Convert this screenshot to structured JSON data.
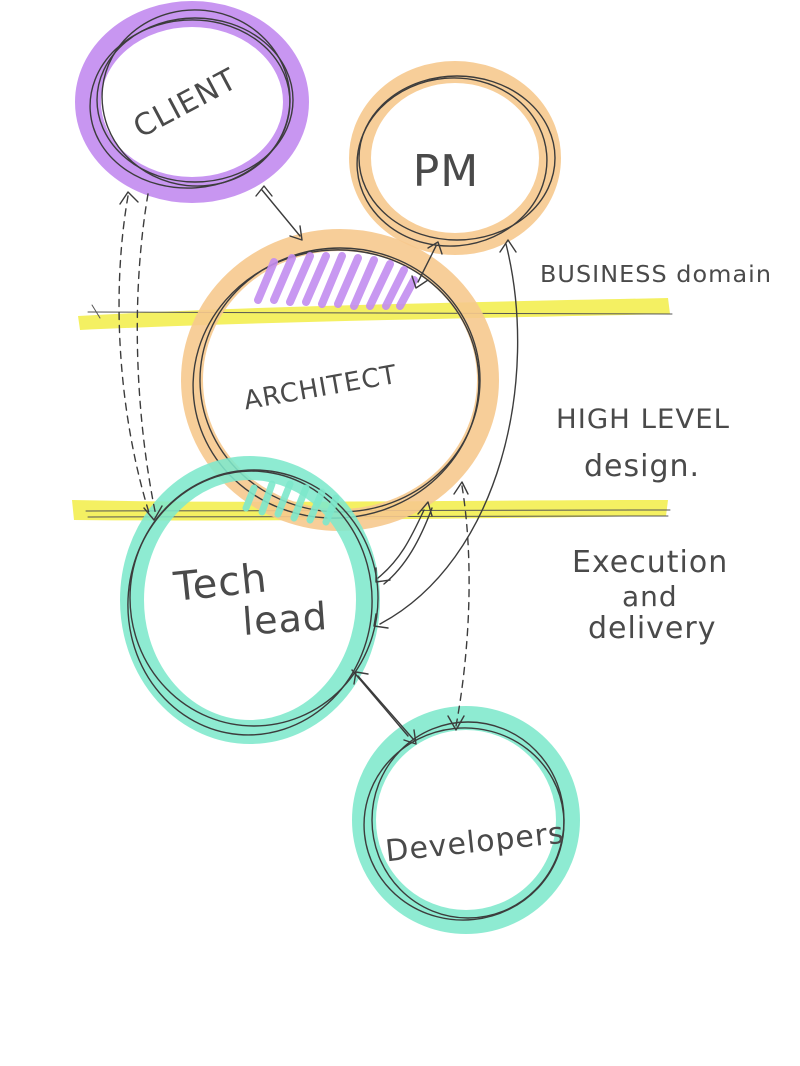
{
  "nodes": {
    "client": {
      "label": "CLIENT",
      "color": "#c38df0"
    },
    "pm": {
      "label": "PM",
      "color": "#f6c98e"
    },
    "architect": {
      "label": "ARCHITECT",
      "color": "#f6c98e"
    },
    "tech_lead": {
      "label_line1": "Tech",
      "label_line2": "lead",
      "color": "#7ee8cc"
    },
    "developers": {
      "label": "Developers",
      "color": "#7ee8cc"
    }
  },
  "bands": {
    "color": "#f3ef5a",
    "business": {
      "label": "BUSINESS domain"
    },
    "high_level": {
      "label_line1": "HIGH LEVEL",
      "label_line2": "design."
    },
    "execution": {
      "label_line1": "Execution",
      "label_line2": "and",
      "label_line3": "delivery"
    }
  },
  "colors": {
    "ink": "#3c3c3c",
    "hatch_purple": "#c38df0",
    "hatch_green": "#7ee8cc"
  }
}
